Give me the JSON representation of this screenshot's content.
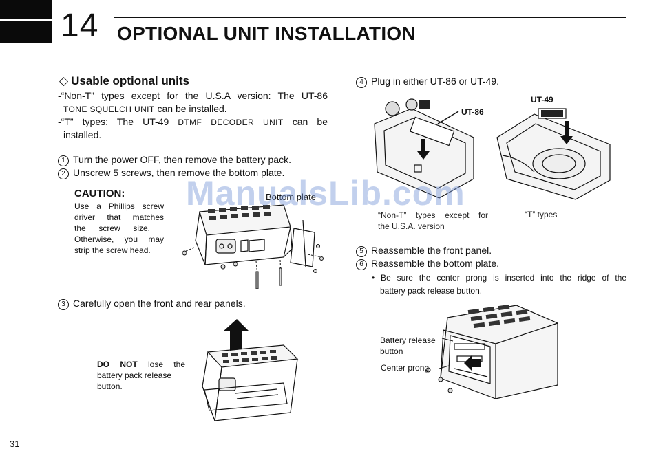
{
  "header": {
    "chapter_number": "14",
    "chapter_title": "OPTIONAL UNIT INSTALLATION"
  },
  "usable_units": {
    "heading": "Usable optional units",
    "heading_icon": "diamond-outline-icon",
    "item1_line1": "-“Non-T” types except for the U.S.A version: The UT-86",
    "item1_line2_sc": "TONE SQUELCH UNIT",
    "item1_line2_rest": " can be installed.",
    "item2_line1_a": "-“T” types: The UT-49 ",
    "item2_line1_sc": "DTMF DECODER UNIT",
    "item2_line1_b": " can be",
    "item2_line2": "installed."
  },
  "steps": {
    "s1_num": "1",
    "s1": "Turn the power OFF, then remove the battery pack.",
    "s2_num": "2",
    "s2": "Unscrew 5 screws, then remove the bottom plate.",
    "s3_num": "3",
    "s3": "Carefully open the front and rear panels.",
    "s4_num": "4",
    "s4": "Plug in either UT-86 or UT-49.",
    "s5_num": "5",
    "s5": "Reassemble the front panel.",
    "s6_num": "6",
    "s6": "Reassemble the bottom plate.",
    "s6_note_line1": "• Be sure the center prong is inserted into the ridge of the",
    "s6_note_line2": "battery pack release button."
  },
  "caution": {
    "title": "CAUTION:",
    "line1": "Use a Phillips screw",
    "line2": "driver that matches",
    "line3": "the screw size.",
    "line4": "Otherwise, you may",
    "line5": "strip the screw head."
  },
  "figures": {
    "bottom_plate_label": "Bottom plate",
    "ut86_label": "UT-86",
    "ut49_label": "UT-49",
    "nont_caption_line1": "“Non-T” types except for",
    "nont_caption_line2": "the U.S.A. version",
    "t_caption": "“T” types",
    "do_not_bold": "DO NOT",
    "do_not_rest": " lose the",
    "do_not_line2": "battery pack release",
    "do_not_line3": "button.",
    "battery_release_line1": "Battery release",
    "battery_release_line2": "button",
    "center_prong": "Center prong"
  },
  "watermark": "ManualsLib.com",
  "footer": {
    "page_number": "31"
  }
}
